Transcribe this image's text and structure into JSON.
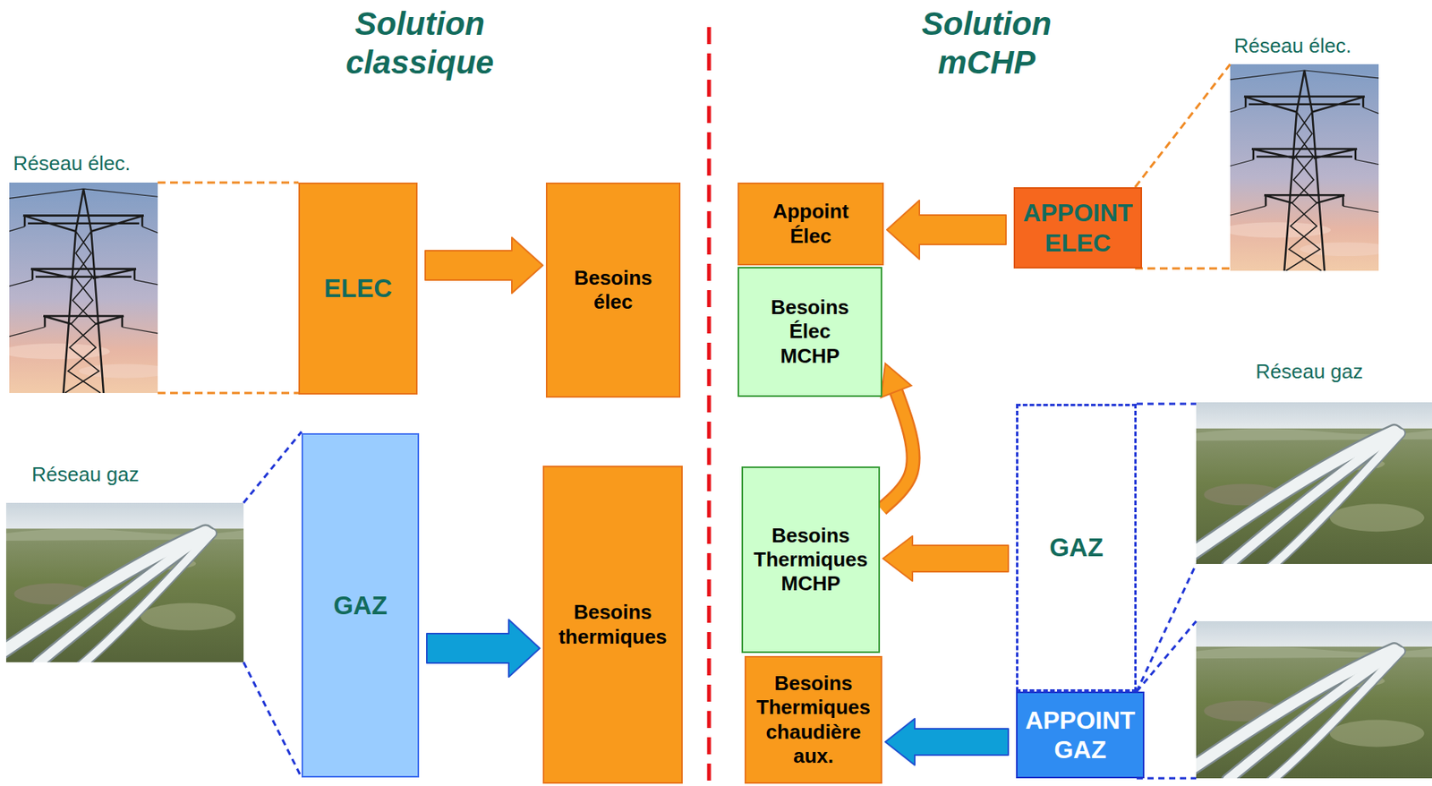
{
  "diagram": {
    "nodes": [
      {
        "text": [
          "ELEC"
        ]
      },
      {
        "text": [
          "Besoins élec"
        ]
      },
      {
        "text": [
          "GAZ"
        ]
      },
      {
        "text": [
          "Besoins thermiques"
        ]
      },
      {
        "text": [
          "Appoint Élec"
        ]
      },
      {
        "text": [
          "Besoins Élec MCHP"
        ]
      },
      {
        "text": [
          "Besoins Thermiques MCHP"
        ]
      },
      {
        "text": [
          "Besoins Thermiques chaudière aux."
        ]
      },
      {
        "text": [
          "APPOINT ELEC"
        ]
      },
      {
        "text": [
          "GAZ"
        ]
      },
      {
        "text": [
          "APPOINT GAZ"
        ]
      }
    ],
    "edges": [
      {
        "from": 0,
        "to": 1,
        "arrow": "to"
      },
      {
        "from": 2,
        "to": 3,
        "arrow": "to"
      },
      {
        "from": 8,
        "to": 4,
        "arrow": "to"
      },
      {
        "from": 9,
        "to": 6,
        "arrow": "to"
      },
      {
        "from": 10,
        "to": 7,
        "arrow": "to"
      },
      {
        "from": 6,
        "to": 5,
        "arrow": "to"
      }
    ],
    "labels": [
      "Solution classique",
      "Solution mCHP",
      "Réseau élec.",
      "Réseau gaz",
      "Réseau élec.",
      "Réseau gaz"
    ]
  }
}
